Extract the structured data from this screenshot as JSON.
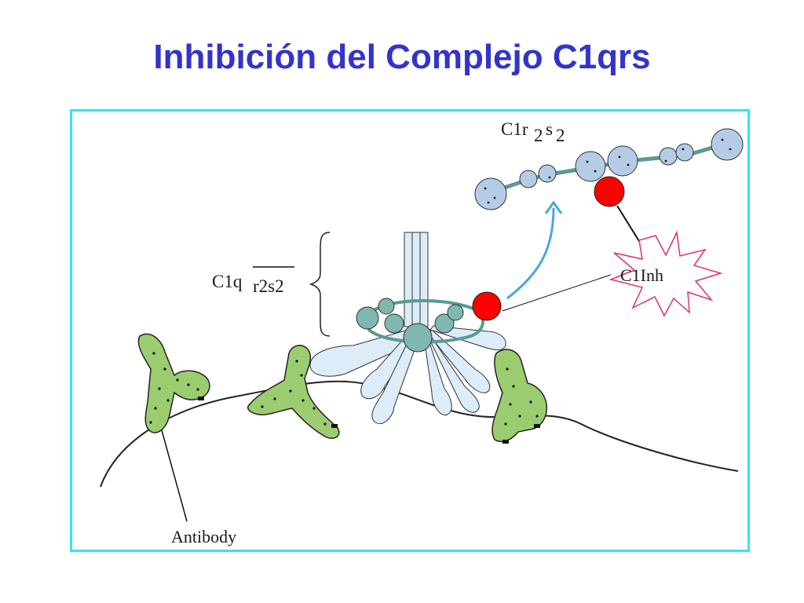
{
  "title": "Inhibición del Complejo C1qrs",
  "labels": {
    "c1qrs_main": "C1q",
    "c1qrs_overline": "r2s2",
    "c1r2s2_r": "C1r",
    "c1r2s2_sub1": "2",
    "c1r2s2_s": "s",
    "c1r2s2_sub2": "2",
    "c1inh": "C1Inh",
    "antibody": "Antibody"
  },
  "colors": {
    "title": "#3333cc",
    "frame": "#33e6ee",
    "antibody_fill": "#9ccc70",
    "c1q_fill": "#dcecf8",
    "c1q_head": "#7fb8b0",
    "c1r_bead": "#b4cce6",
    "c1inh_dot": "#ff0000",
    "star_outline": "#e0306a",
    "arrow": "#4aa8d8"
  }
}
